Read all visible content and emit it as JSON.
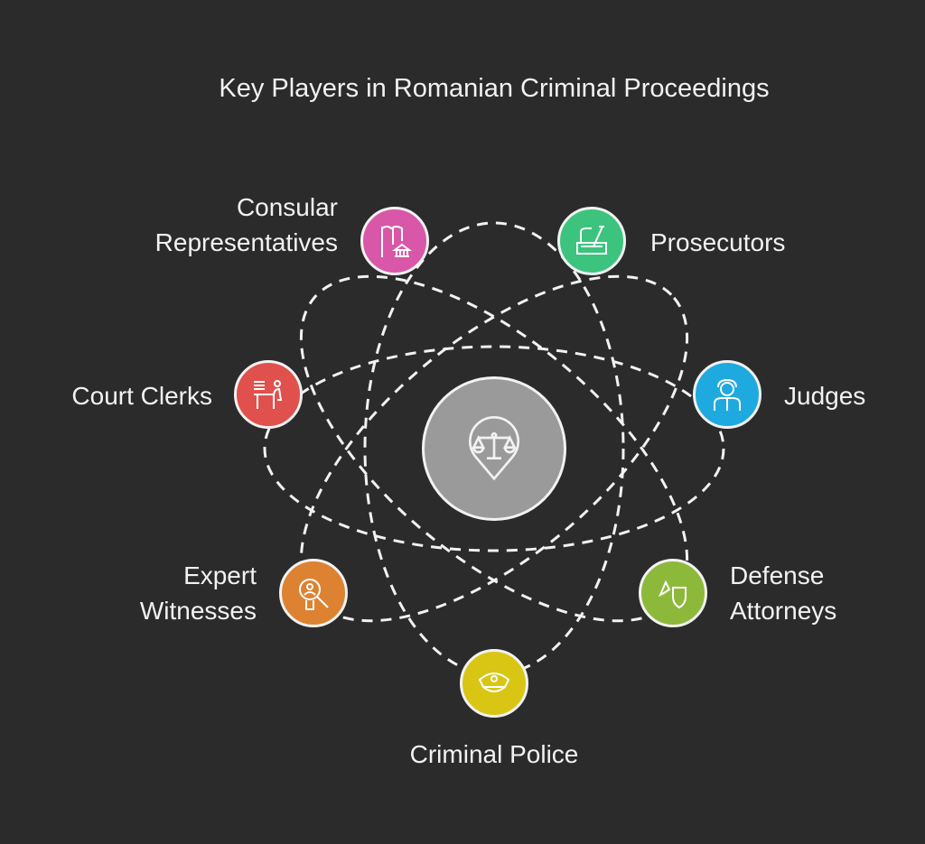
{
  "title": "Key Players in Romanian Criminal Proceedings",
  "center": {
    "icon": "scales-pin-icon",
    "color": "#9a9a9a"
  },
  "players": [
    {
      "label_lines": [
        "Consular",
        "Representatives"
      ],
      "icon": "flag-building-icon",
      "color": "#d957a8"
    },
    {
      "label_lines": [
        "Prosecutors"
      ],
      "icon": "desk-pen-icon",
      "color": "#3cc47e"
    },
    {
      "label_lines": [
        "Judges"
      ],
      "icon": "judge-icon",
      "color": "#1eaadf"
    },
    {
      "label_lines": [
        "Defense",
        "Attorneys"
      ],
      "icon": "shield-icon",
      "color": "#8db93a"
    },
    {
      "label_lines": [
        "Criminal Police"
      ],
      "icon": "police-cap-icon",
      "color": "#d9c614"
    },
    {
      "label_lines": [
        "Expert",
        "Witnesses"
      ],
      "icon": "magnifier-person-icon",
      "color": "#dd8230"
    },
    {
      "label_lines": [
        "Court Clerks"
      ],
      "icon": "clerk-desk-icon",
      "color": "#e0504d"
    }
  ]
}
